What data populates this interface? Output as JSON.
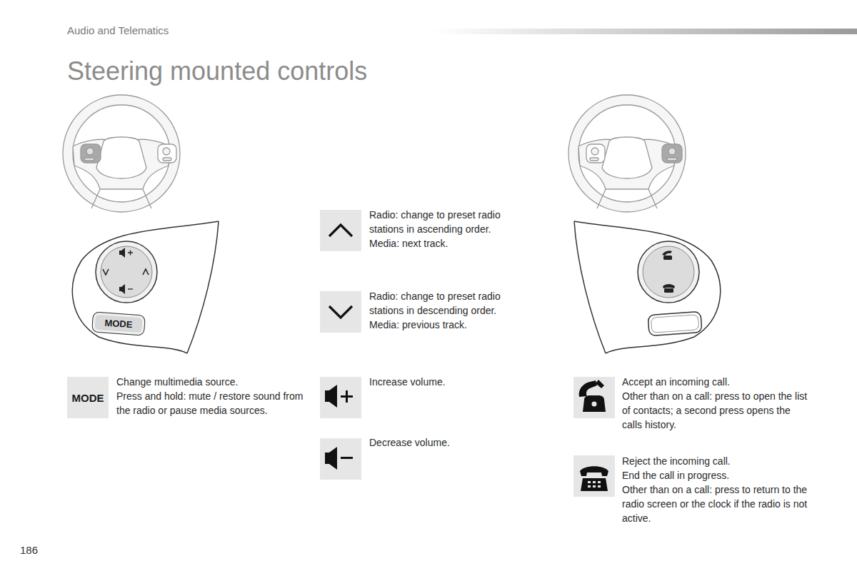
{
  "diagram": {
    "title": "Steering mounted controls",
    "nodes": [
      {
        "text": [
          "MODE"
        ]
      },
      {
        "text": [
          "MODE"
        ]
      }
    ],
    "labels": [
      "Audio and Telematics",
      "Radio: change to preset radio stations in ascending order.",
      "Media: next track.",
      "Radio: change to preset radio stations in descending order.",
      "Media: previous track.",
      "Change multimedia source.",
      "Press and hold: mute / restore sound from the radio or pause media sources.",
      "Increase volume.",
      "Decrease volume.",
      "Accept an incoming call.",
      "Other than on a call: press to open the list of contacts; a second press opens the calls history.",
      "Reject the incoming call.",
      "End the call in progress.",
      "Other than on a call: press to return to the radio screen or the clock if the radio is not active.",
      "186"
    ]
  }
}
